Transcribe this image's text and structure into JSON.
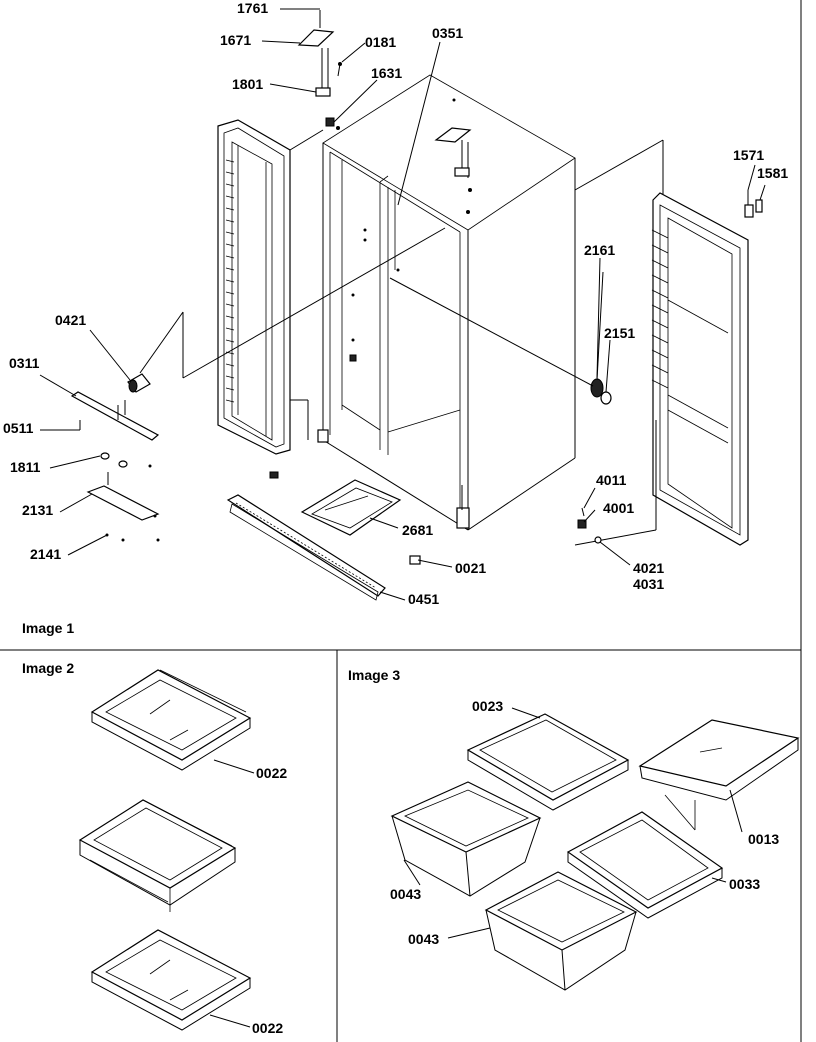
{
  "panels": [
    {
      "title": "Image 1"
    },
    {
      "title": "Image 2"
    },
    {
      "title": "Image 3"
    }
  ],
  "callouts": {
    "p1761": "1761",
    "p1671": "1671",
    "p0181": "0181",
    "p0351": "0351",
    "p1801": "1801",
    "p1631": "1631",
    "p1571": "1571",
    "p1581": "1581",
    "p2161": "2161",
    "p0421": "0421",
    "p2151": "2151",
    "p0311": "0311",
    "p0511": "0511",
    "p1811": "1811",
    "p4011": "4011",
    "p4001": "4001",
    "p2131": "2131",
    "p2681": "2681",
    "p2141": "2141",
    "p0021": "0021",
    "p4021": "4021",
    "p4031": "4031",
    "p0451": "0451",
    "p0022a": "0022",
    "p0022b": "0022",
    "p0023": "0023",
    "p0013": "0013",
    "p0043a": "0043",
    "p0033": "0033",
    "p0043b": "0043"
  }
}
